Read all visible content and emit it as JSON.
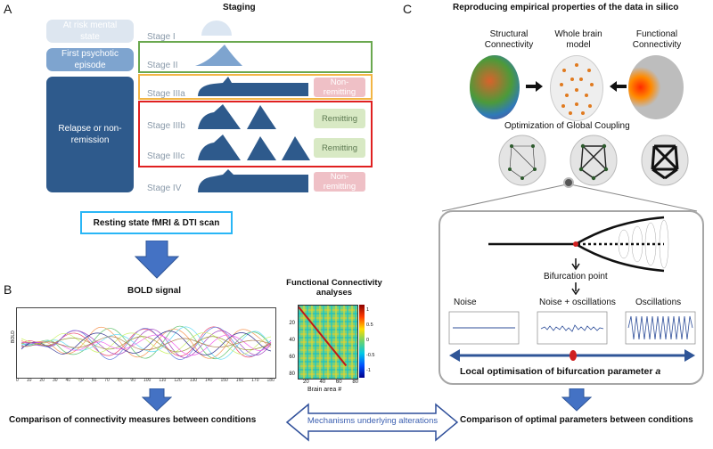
{
  "panel_a": {
    "letter": "A",
    "title": "Staging",
    "left_boxes": [
      {
        "label": "At risk mental state"
      },
      {
        "label": "First psychotic episode"
      },
      {
        "label": "Relapse or non-remission"
      }
    ],
    "stages": [
      "Stage I",
      "Stage II",
      "Stage IIIa",
      "Stage IIIb",
      "Stage IIIc",
      "Stage IV"
    ],
    "tags": {
      "non_remitting": "Non-remitting",
      "remitting": "Remitting"
    },
    "scan_box": "Resting state fMRI & DTI scan",
    "colors": {
      "stage_shape": "#2e5a8c",
      "green_frame": "#6aa84f",
      "orange_frame": "#f2b544",
      "red_frame": "#e02020",
      "scan_frame": "#29b6f6"
    }
  },
  "panel_b": {
    "letter": "B",
    "bold_title": "BOLD signal",
    "fc_title": "Functional Connectivity analyses",
    "fc_xlabel": "Brain area #",
    "fc_xticks": [
      "20",
      "40",
      "60",
      "80"
    ],
    "fc_yticks": [
      "20",
      "40",
      "60",
      "80"
    ],
    "fc_cbar": [
      "1",
      "0.5",
      "0",
      "-0.5",
      "-1"
    ],
    "bold_xticks": [
      "0",
      "10",
      "20",
      "30",
      "40",
      "50",
      "60",
      "70",
      "80",
      "90",
      "100",
      "110",
      "120",
      "130",
      "140",
      "150",
      "160",
      "170",
      "180"
    ],
    "bold_ylabel": "BOLD",
    "bottom_text": "Comparison of connectivity measures between conditions"
  },
  "panel_c": {
    "letter": "C",
    "title": "Reproducing empirical properties of the data in silico",
    "sc_label": "Structural Connectivity",
    "wbm_label": "Whole brain model",
    "fc_label": "Functional Connectivity",
    "optim_label": "Optimization of Global Coupling",
    "bifurcation_label": "Bifurcation point",
    "noise_label": "Noise",
    "noise_osc_label": "Noise + oscillations",
    "osc_label": "Oscillations",
    "local_opt_label": "Local optimisation of bifurcation parameter",
    "param_symbol": "a",
    "bottom_text": "Comparison of optimal parameters between conditions"
  },
  "mechanisms_label": "Mechanisms underlying alterations"
}
